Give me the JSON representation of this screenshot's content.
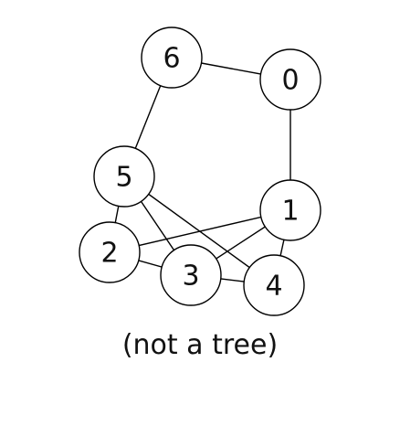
{
  "graph": {
    "nodes": [
      {
        "id": "0",
        "label": "0"
      },
      {
        "id": "1",
        "label": "1"
      },
      {
        "id": "2",
        "label": "2"
      },
      {
        "id": "3",
        "label": "3"
      },
      {
        "id": "4",
        "label": "4"
      },
      {
        "id": "5",
        "label": "5"
      },
      {
        "id": "6",
        "label": "6"
      }
    ],
    "edges": [
      [
        "6",
        "0"
      ],
      [
        "6",
        "5"
      ],
      [
        "0",
        "1"
      ],
      [
        "1",
        "2"
      ],
      [
        "1",
        "3"
      ],
      [
        "1",
        "4"
      ],
      [
        "5",
        "2"
      ],
      [
        "5",
        "3"
      ],
      [
        "5",
        "4"
      ],
      [
        "2",
        "3"
      ],
      [
        "3",
        "4"
      ]
    ]
  },
  "caption": "(not a tree)"
}
